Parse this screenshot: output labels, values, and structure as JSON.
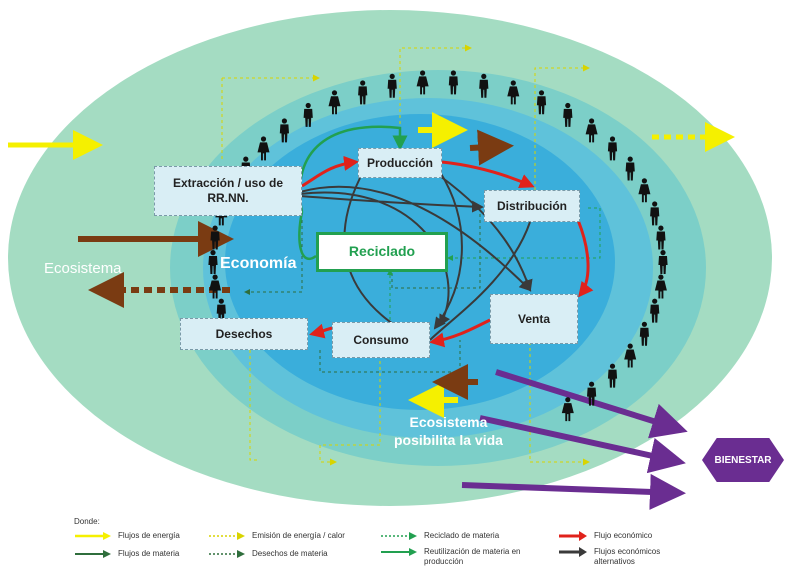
{
  "diagram": {
    "labels": {
      "ecosistema": "Ecosistema",
      "economia": "Economía",
      "ecosistema_vida_line1": "Ecosistema",
      "ecosistema_vida_line2": "posibilita la vida",
      "bienestar": "BIENESTAR"
    },
    "nodes": {
      "extraccion_line1": "Extracción / uso de",
      "extraccion_line2": "RR.NN.",
      "produccion": "Producción",
      "distribucion": "Distribución",
      "reciclado": "Reciclado",
      "venta": "Venta",
      "consumo": "Consumo",
      "desechos": "Desechos"
    },
    "colors": {
      "outer": "#a4dcc2",
      "middle": "#7ccfc8",
      "inner": "#3fb5de",
      "economy": "#2e9fd4",
      "energy": "#f5f000",
      "matter": "#7a3b12",
      "economic": "#e0221b",
      "alt_economic": "#3a3a3a",
      "recycle": "#22a050",
      "wellbeing": "#6a2d91",
      "people": "#111111"
    }
  },
  "legend": {
    "title": "Donde:",
    "items": [
      {
        "label": "Flujos de energía",
        "icon": "yellow-solid-arrow"
      },
      {
        "label": "Flujos de materia",
        "icon": "dark-green-solid-arrow"
      },
      {
        "label": "Emisión de energía / calor",
        "icon": "yellow-dotted-arrow"
      },
      {
        "label": "Desechos de materia",
        "icon": "dark-green-dotted-arrow"
      },
      {
        "label": "Reciclado de materia",
        "icon": "green-dotted-arrow"
      },
      {
        "label": "Reutilización de materia en producción",
        "icon": "green-solid-arrow"
      },
      {
        "label": "Flujo económico",
        "icon": "red-arrow"
      },
      {
        "label": "Flujos económicos alternativos",
        "icon": "dark-gray-arrow"
      }
    ]
  }
}
